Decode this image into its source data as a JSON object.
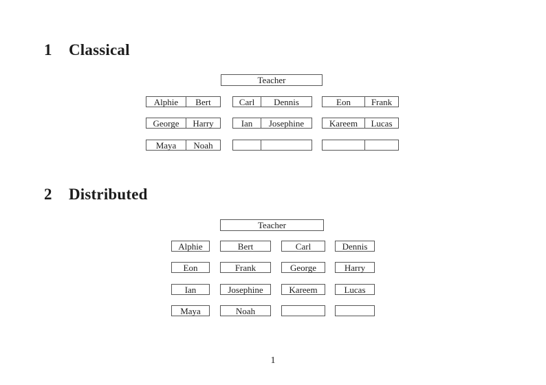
{
  "page": {
    "number": "1",
    "colors": {
      "border": "#565656",
      "text": "#1c1c1c",
      "bg": "#ffffff"
    }
  },
  "sections": [
    {
      "number": "1",
      "title": "Classical",
      "teacher_label": "Teacher",
      "layout": "paired-desks",
      "rows": [
        [
          [
            "Alphie",
            "Bert"
          ],
          [
            "Carl",
            "Dennis"
          ],
          [
            "Eon",
            "Frank"
          ]
        ],
        [
          [
            "George",
            "Harry"
          ],
          [
            "Ian",
            "Josephine"
          ],
          [
            "Kareem",
            "Lucas"
          ]
        ],
        [
          [
            "Maya",
            "Noah"
          ],
          [
            "",
            ""
          ],
          [
            "",
            ""
          ]
        ]
      ]
    },
    {
      "number": "2",
      "title": "Distributed",
      "teacher_label": "Teacher",
      "layout": "single-desks",
      "rows": [
        [
          "Alphie",
          "Bert",
          "Carl",
          "Dennis"
        ],
        [
          "Eon",
          "Frank",
          "George",
          "Harry"
        ],
        [
          "Ian",
          "Josephine",
          "Kareem",
          "Lucas"
        ],
        [
          "Maya",
          "Noah",
          "",
          ""
        ]
      ]
    }
  ]
}
